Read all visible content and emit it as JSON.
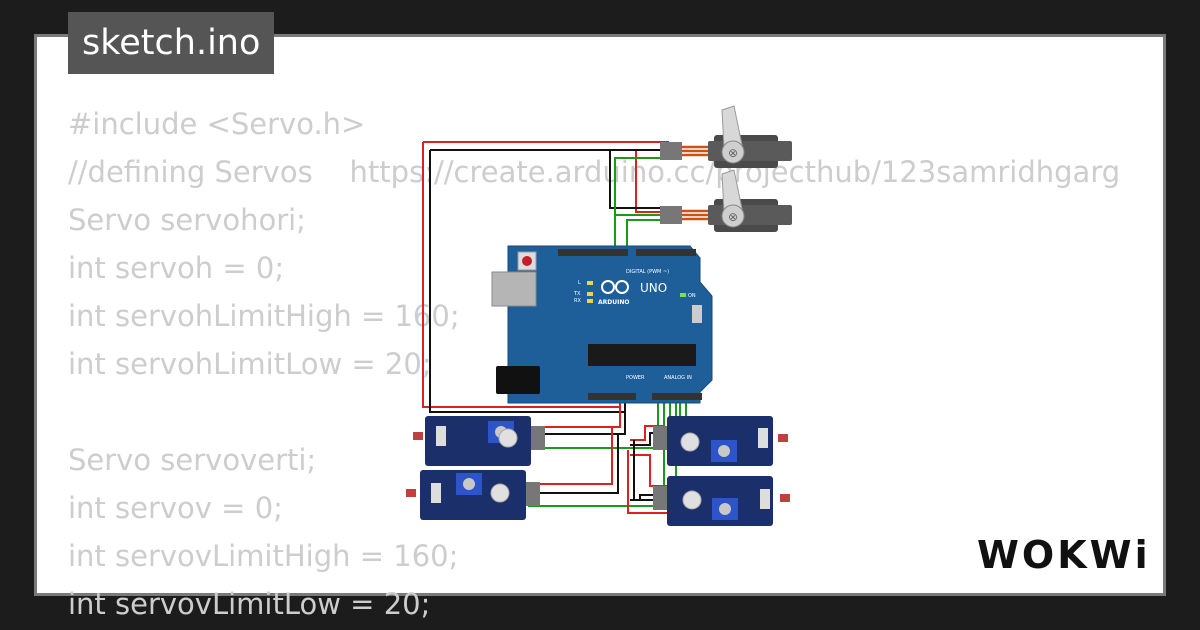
{
  "file_tab": {
    "name": "sketch.ino"
  },
  "code_lines": [
    "#include <Servo.h>",
    "//defining Servos    https://create.arduino.cc/projecthub/123samridhgarg",
    "Servo servohori;",
    "int servoh = 0;",
    "int servohLimitHigh = 160;",
    "int servohLimitLow = 20;",
    "",
    "Servo servoverti;",
    "int servov = 0;",
    "int servovLimitHigh = 160;",
    "int servovLimitLow = 20;"
  ],
  "board": {
    "model": "UNO",
    "brand": "ARDUINO",
    "digital_header": "DIGITAL (PWM ~)",
    "power_header": "POWER",
    "analog_header": "ANALOG IN",
    "on_label": "ON",
    "l_label": "L",
    "tx_label": "TX",
    "rx_label": "RX"
  },
  "colors": {
    "board": "#1e5f9a",
    "wire_red": "#e02020",
    "wire_black": "#111111",
    "wire_green": "#1a9a1a",
    "servo_body": "#4a4a4a",
    "sensor_board": "#1b2f6b",
    "code_text": "#cdcdcd",
    "tab_bg": "#555555"
  },
  "logo": {
    "text": "WOKWi"
  }
}
